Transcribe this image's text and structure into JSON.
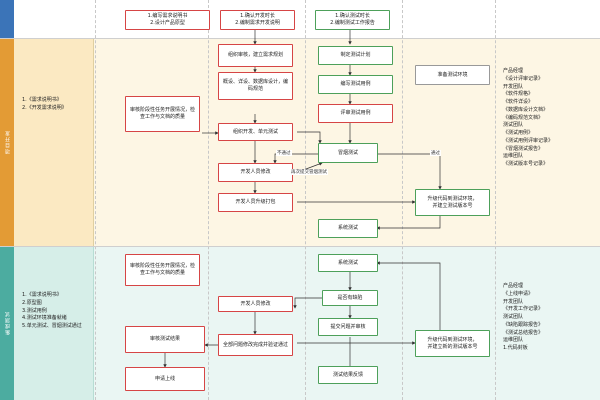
{
  "lanes": [
    {
      "label": ""
    },
    {
      "label": "项目开发"
    },
    {
      "label": "集成测试"
    }
  ],
  "top_boxes": [
    {
      "text": "1.编写需求说明书\n2.设计产品原型"
    },
    {
      "text": "1.确认开发时长\n2.编制需求开发说明"
    },
    {
      "text": "1.确认测试时长\n2.编制测试工作报告"
    }
  ],
  "dev": {
    "inputs": "1.《需求说明书》\n2.《开发需求说明》",
    "review": "审核阶段性任务开展情况，检查工作与文档的质量",
    "organize": "组织审核，建立需求规划",
    "outline": "概设、详设、数据库设计，编码规范",
    "unit_test": "组织开发、单元测试",
    "fix": "开发人员修改",
    "package": "开发人员升级打包",
    "plan": "制定测试计划",
    "cases": "编写测试用例",
    "review_cases": "评审测试用例",
    "smoke": "冒烟测试",
    "env": "准备测试环境",
    "deploy": "升级代码到测试环境，\n并建立测试版本号",
    "system": "系统测试",
    "fail_label": "不通过",
    "resubmit_label": "再次提交冒烟测试",
    "pass_label": "通过",
    "deliverables": "产品经理\n  《设计评审记录》\n开发团队\n  《软件规格》\n  《软件详设》\n  《数据库设计文档》\n  《编码规范文档》\n测试团队\n  《测试用例》\n  《测试用例评审记录》\n  《冒烟测试报告》\n运维团队\n  《测试版本号记录》"
  },
  "integration": {
    "inputs": "1.《需求说明书》\n2.原型图\n3.测试用例\n4.测试环境准备就绪\n5.单元测试、冒烟测试通过",
    "review": "审核阶段性任务开展情况，检查工作与文档的质量",
    "system": "系统测试",
    "has_bug": "是否有缺陷",
    "submit_bug": "提交问题并审核",
    "fix": "开发人员修改",
    "all_fixed": "全部问题修改完成并验证通过",
    "deploy": "升级代码到测试环境，\n并建立新的测试版本号",
    "audit": "审核测试结果",
    "release": "申请上线",
    "feedback": "测试结果反馈",
    "deliverables": "产品经理\n  《上线申请》\n开发团队\n  《开发工作记录》\n测试团队\n  《缺陷跟踪报告》\n  《测试总结报告》\n运维团队\n  1.代码封板"
  },
  "colors": {
    "lane1": "#3b74b8",
    "lane2": "#e39b35",
    "lane3": "#4caca0",
    "lane2_bg": "#fdf6e4",
    "lane3_bg": "#eaf6f3",
    "strip2": "#fbe9c2",
    "strip3": "#d6eee8",
    "red": "#d64545",
    "green": "#4da05a"
  }
}
